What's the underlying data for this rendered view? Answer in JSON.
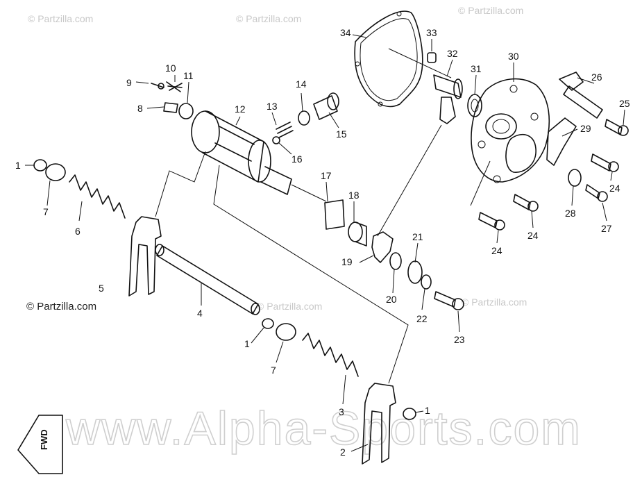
{
  "watermarks": {
    "top_left": "© Partzilla.com",
    "top_center": "© Partzilla.com",
    "top_right": "© Partzilla.com",
    "mid_left": "© Partzilla.com",
    "mid_center": "© Partzilla.com",
    "mid_right": "© Partzilla.com",
    "bottom_big": "www.Alpha-Sports.com"
  },
  "arrow_label": "FWD",
  "callouts": {
    "c1a": "1",
    "c1b": "1",
    "c1c": "1",
    "c2": "2",
    "c3": "3",
    "c4": "4",
    "c5": "5",
    "c6": "6",
    "c7a": "7",
    "c7b": "7",
    "c8": "8",
    "c9": "9",
    "c10": "10",
    "c11": "11",
    "c12": "12",
    "c13": "13",
    "c14": "14",
    "c15": "15",
    "c16": "16",
    "c17": "17",
    "c18": "18",
    "c19": "19",
    "c20": "20",
    "c21": "21",
    "c22": "22",
    "c23": "23",
    "c24a": "24",
    "c24b": "24",
    "c24c": "24",
    "c25": "25",
    "c26": "26",
    "c27": "27",
    "c28": "28",
    "c29": "29",
    "c30": "30",
    "c31": "31",
    "c32": "32",
    "c33": "33",
    "c34": "34"
  }
}
